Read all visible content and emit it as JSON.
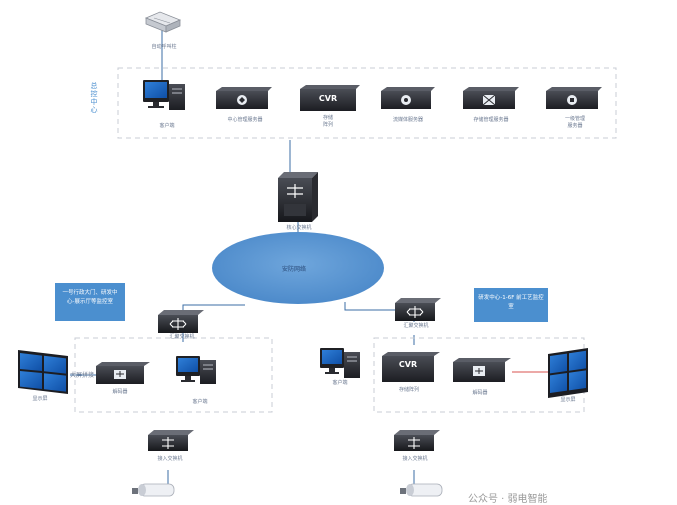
{
  "top_device": {
    "label": "自动呼叫柱"
  },
  "control_center": {
    "label": "总控中心",
    "devices": [
      {
        "label": "客户端"
      },
      {
        "label": "中心管理服务器"
      },
      {
        "label": "CVR",
        "label2": "存储",
        "label3": "阵列"
      },
      {
        "label": "流媒体服务器"
      },
      {
        "label": "存储管理服务器"
      },
      {
        "label": "一级管理",
        "label2": "服务器"
      }
    ]
  },
  "core_switch": {
    "label": "核心交换机"
  },
  "network": {
    "label": "安防网络"
  },
  "left_note": "一号行政大门、研发中心-展示厅等监控室",
  "right_note": "研发中心-1-6F 前工艺监控室",
  "left_site": {
    "switch_label": "汇聚交换机",
    "display_text": "大屏拼接",
    "display_label": "显示屏",
    "decoder_label": "解码器",
    "client_label": "客户端",
    "access_label": "接入交换机"
  },
  "right_site": {
    "switch_label": "汇聚交换机",
    "client_label": "客户端",
    "cvr_label": "CVR",
    "cvr_sub": "存储阵列",
    "decoder_label": "解码器",
    "display_label": "显示屏",
    "access_label": "接入交换机"
  },
  "watermark": "公众号 · 弱电智能"
}
